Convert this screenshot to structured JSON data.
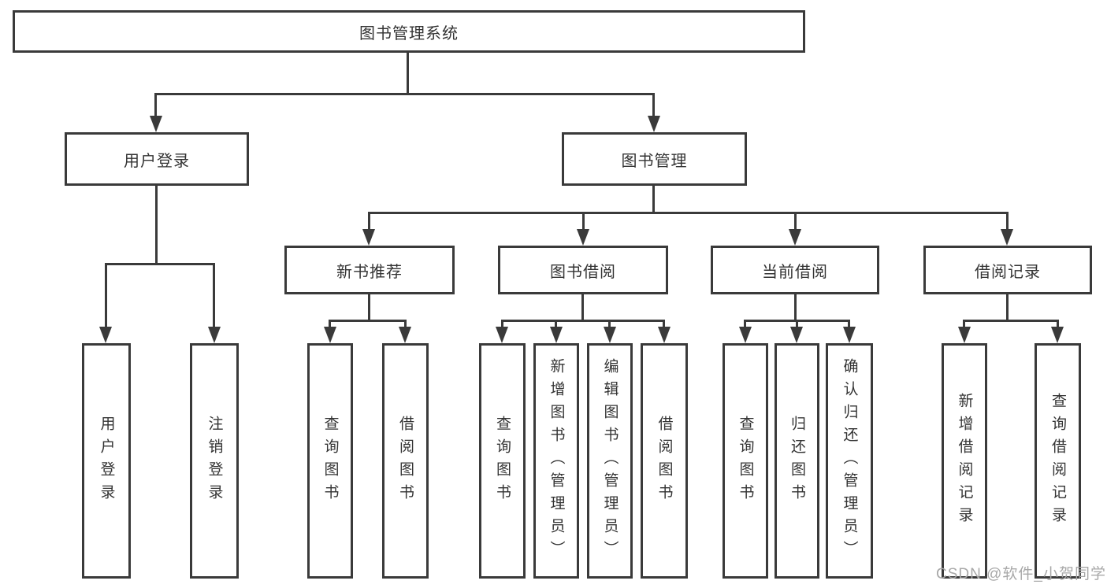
{
  "diagram": {
    "root": {
      "label": "图书管理系统"
    },
    "level2": [
      {
        "label": "用户登录"
      },
      {
        "label": "图书管理"
      }
    ],
    "level3": [
      {
        "label": "新书推荐"
      },
      {
        "label": "图书借阅"
      },
      {
        "label": "当前借阅"
      },
      {
        "label": "借阅记录"
      }
    ],
    "leaves": {
      "user_login": [
        "用户登录",
        "注销登录"
      ],
      "new_book_recommend": [
        "查询图书",
        "借阅图书"
      ],
      "book_borrow": [
        "查询图书",
        "新增图书（管理员）",
        "编辑图书（管理员）",
        "借阅图书"
      ],
      "current_borrow": [
        "查询图书",
        "归还图书",
        "确认归还（管理员）"
      ],
      "borrow_records": [
        "新增借阅记录",
        "查询借阅记录"
      ]
    }
  },
  "watermark": "CSDN @软件_小贺同学",
  "colors": {
    "line": "#3a3a3a",
    "border": "#3a3a3a",
    "text": "#333333",
    "watermark": "#a8a8a8",
    "bg": "#ffffff"
  }
}
